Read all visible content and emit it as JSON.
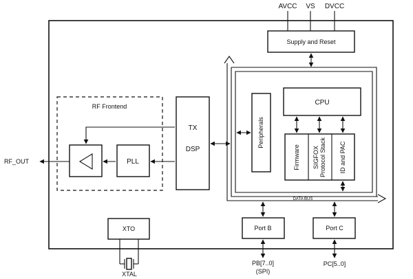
{
  "supply_pins": {
    "avcc": "AVCC",
    "vs": "VS",
    "dvcc": "DVCC"
  },
  "blocks": {
    "supply_reset": "Supply and Reset",
    "rf_frontend": "RF Frontend",
    "pll": "PLL",
    "tx": "TX",
    "dsp": "DSP",
    "peripherals": "Peripherals",
    "cpu": "CPU",
    "firmware": "Firmware",
    "sigfox_line1": "SIGFOX",
    "sigfox_line2": "Protocol Stack",
    "id_pac": "ID and PAC",
    "data_bus": "DATA BUS",
    "port_b": "Port B",
    "port_c": "Port C",
    "xto": "XTO"
  },
  "external": {
    "rf_out": "RF_OUT",
    "pb_line1": "PB[7..0]",
    "pb_line2": "(SPI)",
    "pc": "PC[5..0]",
    "xtal": "XTAL"
  },
  "colors": {
    "line": "#111111",
    "background": "#ffffff"
  }
}
